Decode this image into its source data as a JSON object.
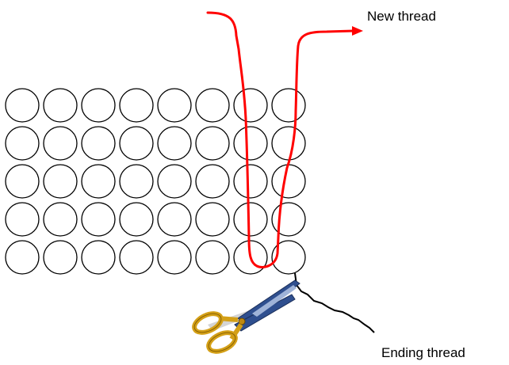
{
  "labels": {
    "new_thread": "New thread",
    "ending_thread": "Ending thread"
  },
  "beadwork": {
    "rows": 5,
    "columns": 8
  },
  "icons": {
    "scissors": "scissors-icon",
    "arrowhead": "arrowhead-icon"
  },
  "colors": {
    "new_thread": "#ff0000",
    "ending_thread": "#000000",
    "bead_outline": "#000000",
    "scissor_handle": "#d4a017",
    "scissor_blade": "#2f4f8f"
  }
}
